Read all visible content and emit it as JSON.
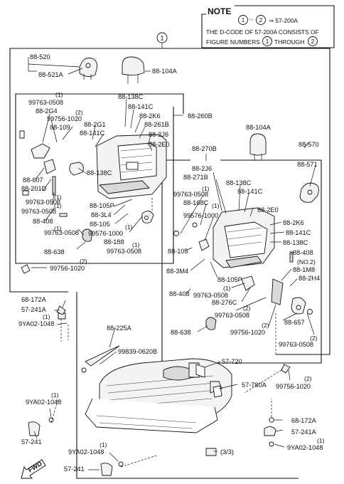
{
  "note": {
    "title": "NOTE",
    "circle1": "1",
    "circle2": "2",
    "ellipsis": "...",
    "arrow_code": "⇒ 57-200A",
    "line2": "THE D-CODE OF 57-200A CONSISTS OF",
    "line3_a": "FIGURE NUMBERS",
    "line3_b": "THROUGH"
  },
  "circle_label_main": "1",
  "labels": {
    "p88_520": "88-520",
    "p88_521A": "88-521A",
    "p88_104A_top": "88-104A",
    "p88_138C_l1": "88-138C",
    "p88_141C_l1": "88-141C",
    "p88_2K6_l": "88-2K6",
    "p88_261B": "88-261B",
    "p88_2J6_l": "88-2J6",
    "p88_2E0_l": "88-2E0",
    "p88_260B": "88-260B",
    "q1_99763_0508_a": "(1)",
    "p99763_0508_a": "99763-0508",
    "p88_2G4": "88-2G4",
    "q2_99756_1020_a": "(2)",
    "p99756_1020_a": "99756-1020",
    "p88_109": "88-109",
    "p88_2G1": "88-2G1",
    "p88_141C_l2": "88-141C",
    "p88_138C_l2": "88-138C",
    "p88_607": "88-607",
    "p88_201D": "88-201D",
    "q1_99763_0508_b": "(1)",
    "p99763_0508_b": "99763-0508",
    "p88_408_l": "88-408",
    "q1_99763_0508_c": "(1)",
    "p99763_0508_c": "99763-0508",
    "p88_105P_l": "88-105P",
    "p88_3L4": "88-3L4",
    "p88_105_l": "88-105",
    "q1_99576_1000_l": "(1)",
    "p99576_1000_l": "99576-1000",
    "p88_188": "88-188",
    "q1_99763_0508_d": "(1)",
    "p99763_0508_d": "99763-0508",
    "p88_638_l": "88-638",
    "q2_99756_1020_b": "(2)",
    "p99756_1020_b": "99756-1020",
    "p88_104A_r": "88-104A",
    "p88_570": "88-570",
    "p88_270B": "88-270B",
    "p88_571": "88-571",
    "p88_2J6_r": "88-2J6",
    "p88_271B": "88-271B",
    "p88_138C_r1": "88-138C",
    "p88_141C_r1": "88-141C",
    "q1_99763_0508_e": "(1)",
    "p99763_0508_e": "99763-0508",
    "p88_168C": "88-168C",
    "p88_2E0_r": "88-2E0",
    "q1_99576_1000_r": "(1)",
    "p99576_1000_r": "99576-1000",
    "p88_2K6_r": "88-2K6",
    "p88_141C_r2": "88-141C",
    "p88_138C_r2": "88-138C",
    "p88_408_r1": "88-408",
    "p88_105_r": "88-105",
    "p88_3M4": "88-3M4",
    "p88_105P_r": "88-105P",
    "no2": "(NO.2)",
    "p88_1M8": "88-1M8",
    "p88_2H4": "88-2H4",
    "p88_408_r2": "88-408",
    "q1_99763_0508_f": "(1)",
    "p99763_0508_f": "99763-0508",
    "p88_276C": "88-276C",
    "q2_99763_0508_g": "(2)",
    "p99763_0508_g": "99763-0508",
    "p88_638_r": "88-638",
    "q2_99756_1020_c": "(2)",
    "p99756_1020_c": "99756-1020",
    "p88_657": "88-657",
    "q2_99763_0508_h": "(2)",
    "p99763_0508_h": "99763-0508",
    "p68_172A_l": "68-172A",
    "p57_241A_l": "57-241A",
    "q1_9YA02_1048_a": "(1)",
    "p9YA02_1048_a": "9YA02-1048",
    "p88_225A": "88-225A",
    "p99839_0620B": "99839-0620B",
    "p57_720": "57-720",
    "p57_780A": "57-780A",
    "q2_99756_1020_d": "(2)",
    "p99756_1020_d": "99756-1020",
    "q1_9YA02_1048_b": "(1)",
    "p9YA02_1048_b": "9YA02-1048",
    "p57_241_l": "57-241",
    "p68_172A_r": "68-172A",
    "p57_241A_r": "57-241A",
    "q1_9YA02_1048_c": "(1)",
    "p9YA02_1048_c": "9YA02-1048",
    "q1_9YA02_1048_d": "(1)",
    "p9YA02_1048_d": "9YA02-1048",
    "p57_241_b": "57-241",
    "p3_3": "(3/3)",
    "fwd": "FWD"
  }
}
